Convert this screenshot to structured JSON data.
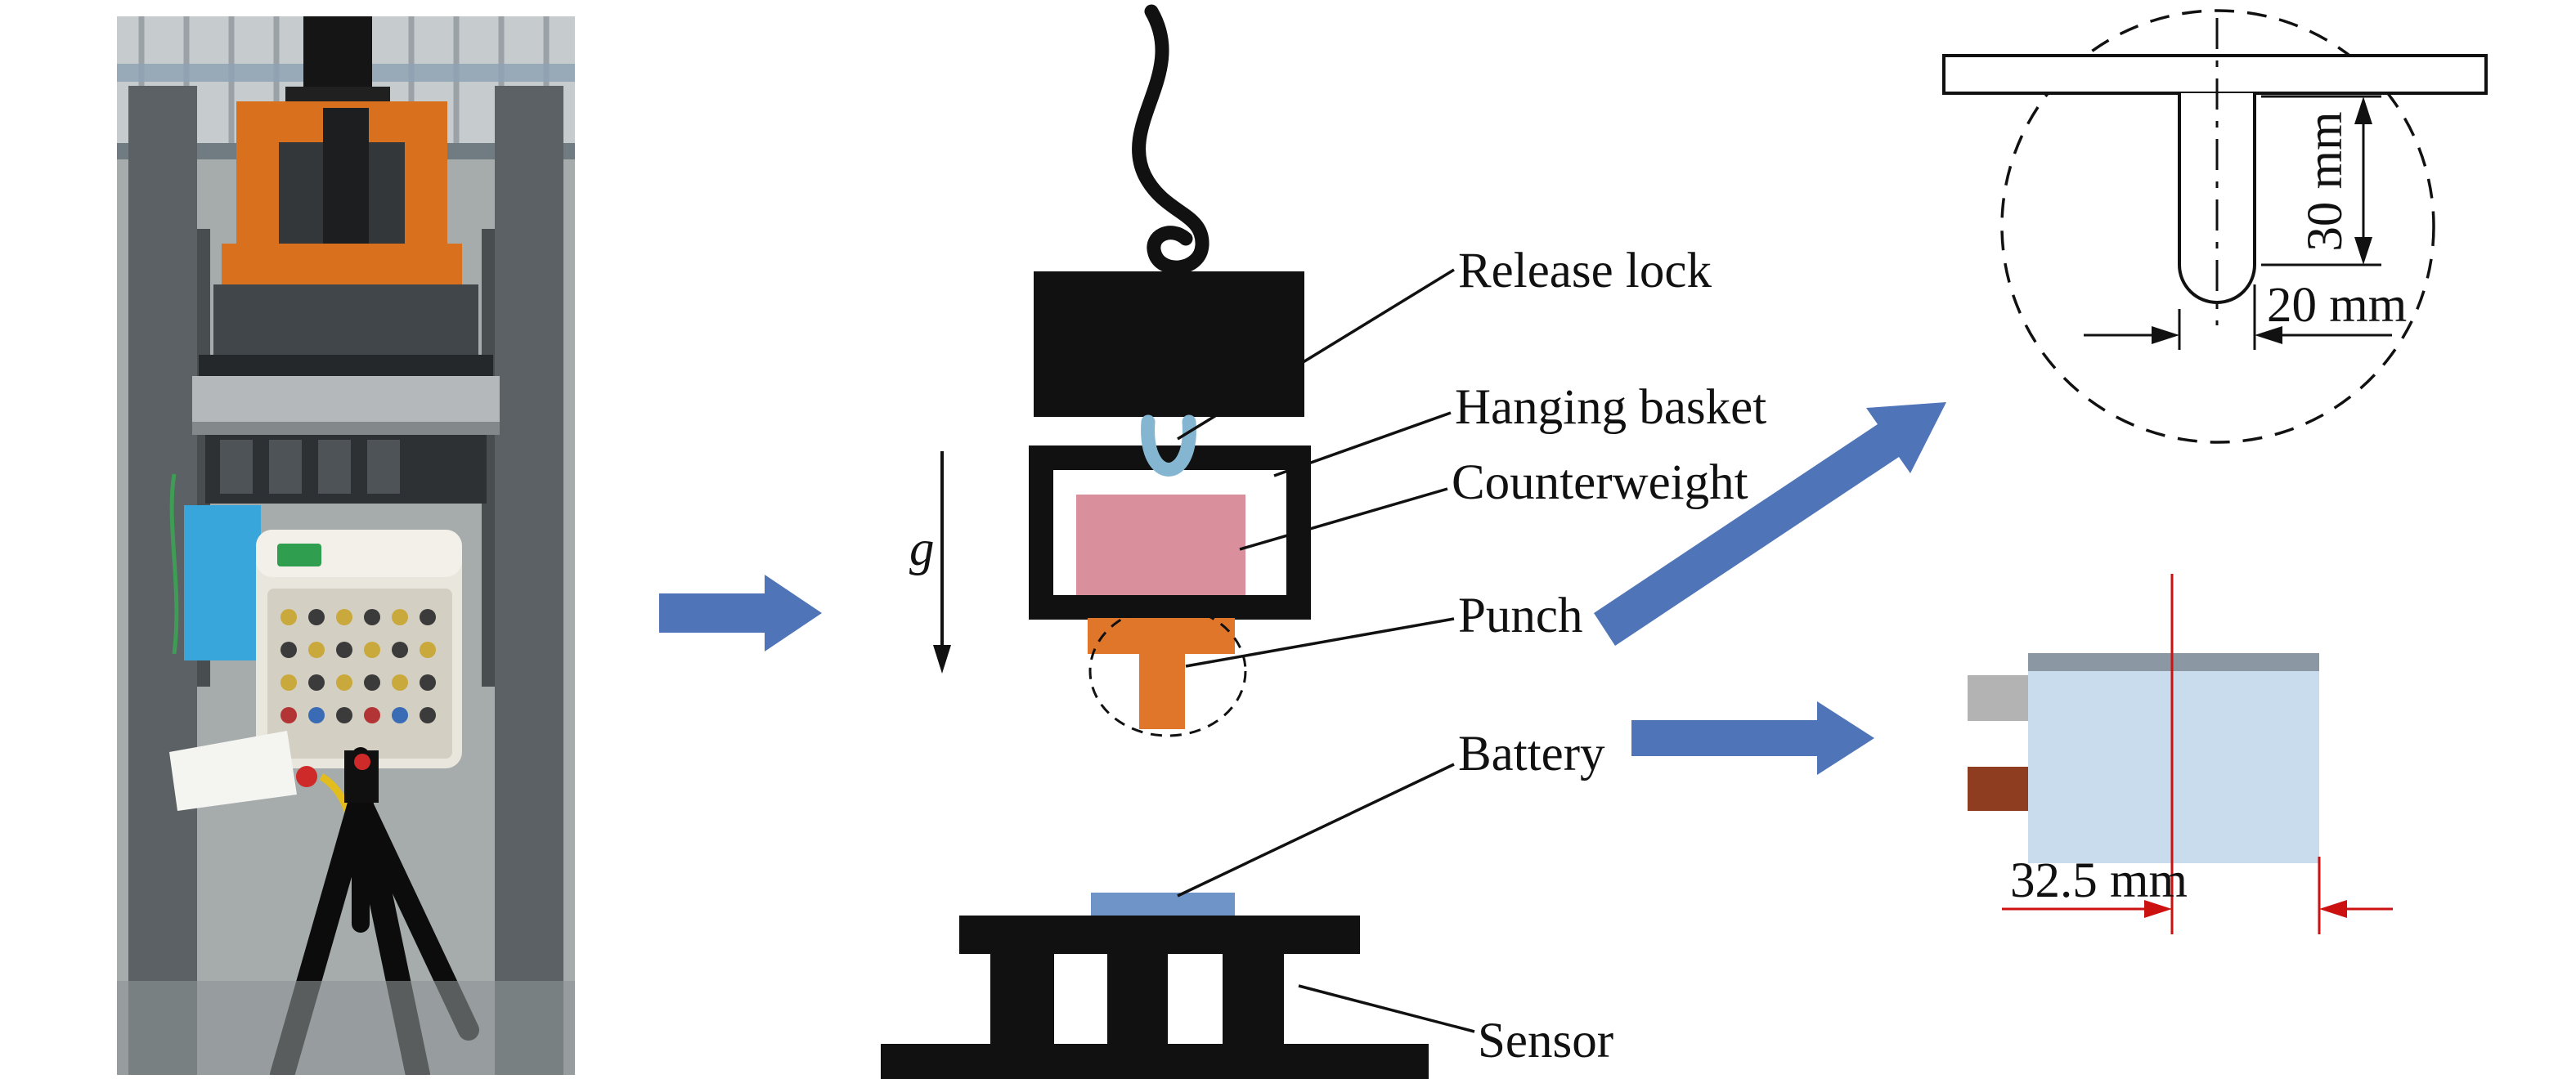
{
  "schematic": {
    "gravity_symbol": "g",
    "labels": {
      "release_lock": "Release lock",
      "hanging_basket": "Hanging basket",
      "counterweight": "Counterweight",
      "punch": "Punch",
      "battery": "Battery",
      "sensor": "Sensor"
    }
  },
  "punch_detail": {
    "depth_label": "30 mm",
    "width_label": "20 mm"
  },
  "battery_detail": {
    "offset_label": "32.5 mm"
  },
  "icons": {
    "photo_to_schematic_arrow": "right-block-arrow",
    "punch_to_detail_arrow": "up-right-block-arrow",
    "battery_to_detail_arrow": "right-block-arrow"
  },
  "colors": {
    "arrow_blue": "#4f74b8",
    "counterweight_pink": "#d9909c",
    "punch_orange": "#e0762a",
    "hook_blue": "#85b6d1",
    "battery_blue": "#6f94c8",
    "battery_body": "#c8dcee",
    "battery_top_strip": "#8b98a4",
    "battery_tab_gray": "#b3b3b3",
    "battery_tab_brown": "#8e3d20",
    "dimension_red": "#cc1111",
    "line_black": "#111111"
  }
}
